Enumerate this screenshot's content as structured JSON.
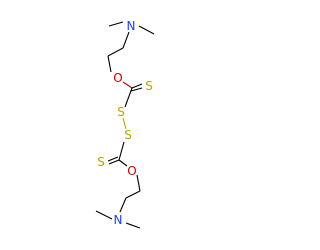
{
  "molecule": {
    "atoms": {
      "n1": "N",
      "o1": "O",
      "s_thione1": "S",
      "s_bridge1": "S",
      "s_bridge2": "S",
      "s_thione2": "S",
      "o2": "O",
      "n2": "N"
    },
    "colors": {
      "carbon_bond": "#000000",
      "nitrogen": "#1a3fff",
      "oxygen": "#cc0000",
      "sulfur": "#b8a400"
    }
  }
}
